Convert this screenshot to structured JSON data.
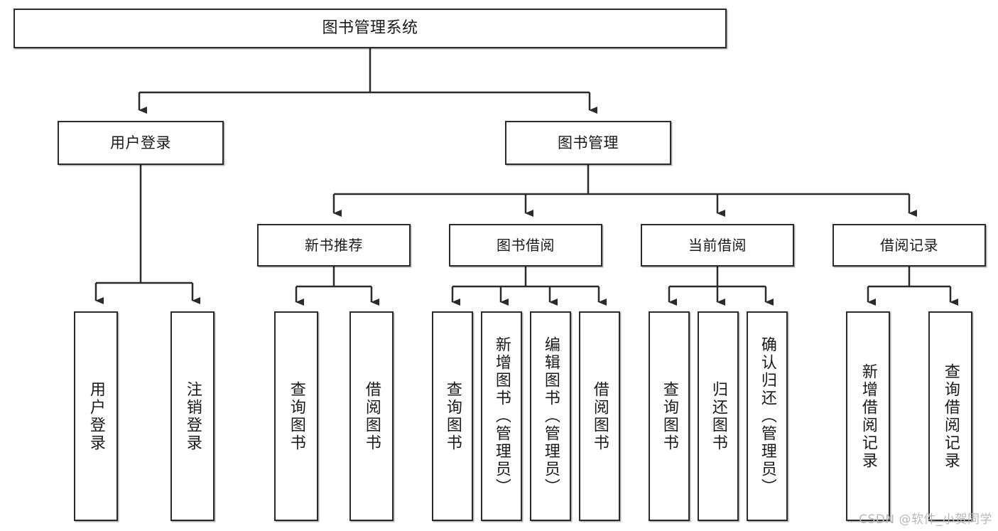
{
  "diagram": {
    "title": "图书管理系统",
    "watermark": "CSDN @软件_小贺同学",
    "colors": {
      "background": "#ffffff",
      "box_border": "#2b2b2b",
      "box_fill": "#ffffff",
      "connector": "#2b2b2b",
      "text": "#1a1a1a",
      "watermark": "#b9b9b9"
    },
    "root": {
      "label": "图书管理系统"
    },
    "level2": [
      {
        "label": "用户登录"
      },
      {
        "label": "图书管理"
      }
    ],
    "level3": [
      {
        "label": "新书推荐"
      },
      {
        "label": "图书借阅"
      },
      {
        "label": "当前借阅"
      },
      {
        "label": "借阅记录"
      }
    ],
    "leaves": [
      {
        "label": "用户登录",
        "parent": "用户登录"
      },
      {
        "label": "注销登录",
        "parent": "用户登录"
      },
      {
        "label": "查询图书",
        "parent": "新书推荐"
      },
      {
        "label": "借阅图书",
        "parent": "新书推荐"
      },
      {
        "label": "查询图书",
        "parent": "图书借阅"
      },
      {
        "label": "新增图书（管理员）",
        "parent": "图书借阅"
      },
      {
        "label": "编辑图书（管理员）",
        "parent": "图书借阅"
      },
      {
        "label": "借阅图书",
        "parent": "图书借阅"
      },
      {
        "label": "查询图书",
        "parent": "当前借阅"
      },
      {
        "label": "归还图书",
        "parent": "当前借阅"
      },
      {
        "label": "确认归还（管理员）",
        "parent": "当前借阅"
      },
      {
        "label": "新增借阅记录",
        "parent": "借阅记录"
      },
      {
        "label": "查询借阅记录",
        "parent": "借阅记录"
      }
    ]
  }
}
